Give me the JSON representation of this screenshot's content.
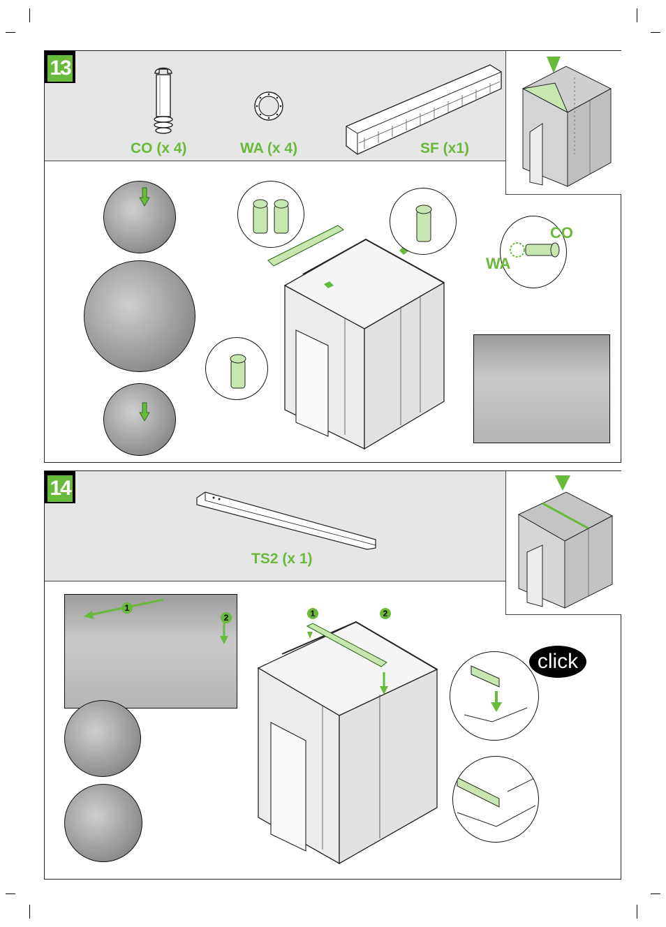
{
  "step13": {
    "number": "13",
    "parts": [
      {
        "code": "CO",
        "label": "CO (x 4)"
      },
      {
        "code": "WA",
        "label": "WA (x 4)"
      },
      {
        "code": "SF",
        "label": "SF (x1)"
      }
    ],
    "callout_co": "CO",
    "callout_wa": "WA"
  },
  "step14": {
    "number": "14",
    "parts": [
      {
        "code": "TS2",
        "label": "TS2 (x 1)"
      }
    ],
    "click_label": "click",
    "order_marks": [
      "1",
      "2"
    ]
  },
  "colors": {
    "accent_green": "#69b93a",
    "light_green": "#c8e6b0",
    "panel_gray": "#e6e6e6"
  }
}
